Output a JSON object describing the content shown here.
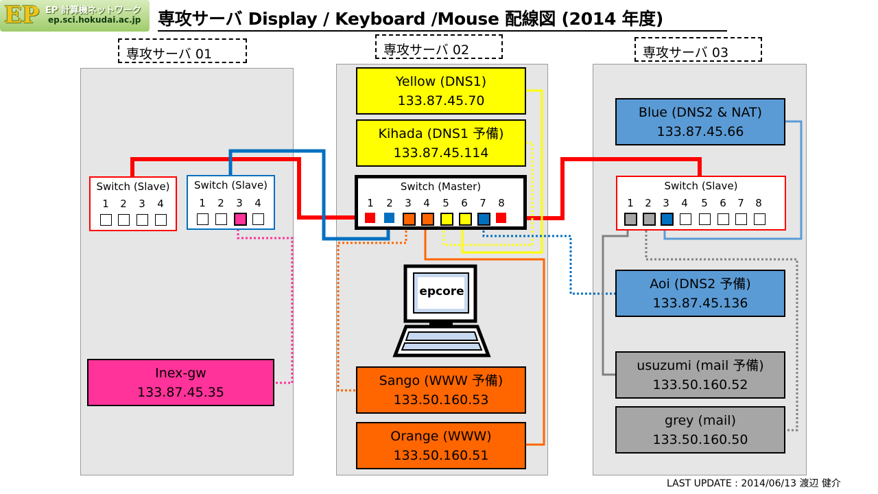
{
  "logo": {
    "mark": "EP",
    "line1": "EP 計算機ネットワーク",
    "line2": "ep.sci.hokudai.ac.jp"
  },
  "title": "専攻サーバ Display / Keyboard /Mouse 配線図 (2014 年度)",
  "servers": [
    {
      "label": "専攻サーバ  01"
    },
    {
      "label": "専攻サーバ  02"
    },
    {
      "label": "専攻サーバ  03"
    }
  ],
  "hosts": {
    "yellow": {
      "name": "Yellow (DNS1)",
      "ip": "133.87.45.70"
    },
    "kihada": {
      "name": "Kihada (DNS1 予備)",
      "ip": "133.87.45.114"
    },
    "blue": {
      "name": "Blue (DNS2 & NAT)",
      "ip": "133.87.45.66"
    },
    "aoi": {
      "name": "Aoi (DNS2 予備)",
      "ip": "133.87.45.136"
    },
    "usuzumi": {
      "name": "usuzumi (mail 予備)",
      "ip": "133.50.160.52"
    },
    "grey": {
      "name": "grey (mail)",
      "ip": "133.50.160.50"
    },
    "inexgw": {
      "name": "Inex-gw",
      "ip": "133.87.45.35"
    },
    "sango": {
      "name": "Sango (WWW 予備)",
      "ip": "133.50.160.53"
    },
    "orange": {
      "name": "Orange (WWW)",
      "ip": "133.50.160.51"
    }
  },
  "switches": {
    "slave1": {
      "title": "Switch (Slave)",
      "ports": [
        "1",
        "2",
        "3",
        "4"
      ]
    },
    "slave2": {
      "title": "Switch (Slave)",
      "ports": [
        "1",
        "2",
        "3",
        "4"
      ]
    },
    "master": {
      "title": "Switch (Master)",
      "ports": [
        "1",
        "2",
        "3",
        "4",
        "5",
        "6",
        "7",
        "8"
      ]
    },
    "slave3": {
      "title": "Switch (Slave)",
      "ports": [
        "1",
        "2",
        "3",
        "4",
        "5",
        "6",
        "7",
        "8"
      ]
    }
  },
  "console": {
    "label": "epcore"
  },
  "footer": "LAST UPDATE : 2014/06/13  渡辺 健介",
  "colors": {
    "red": "#ff0000",
    "blue": "#0070c0",
    "orange": "#ff6600",
    "yellow": "#ffff00",
    "pink": "#ff3399",
    "grey": "#808080",
    "lightblue": "#5b9bd5"
  }
}
